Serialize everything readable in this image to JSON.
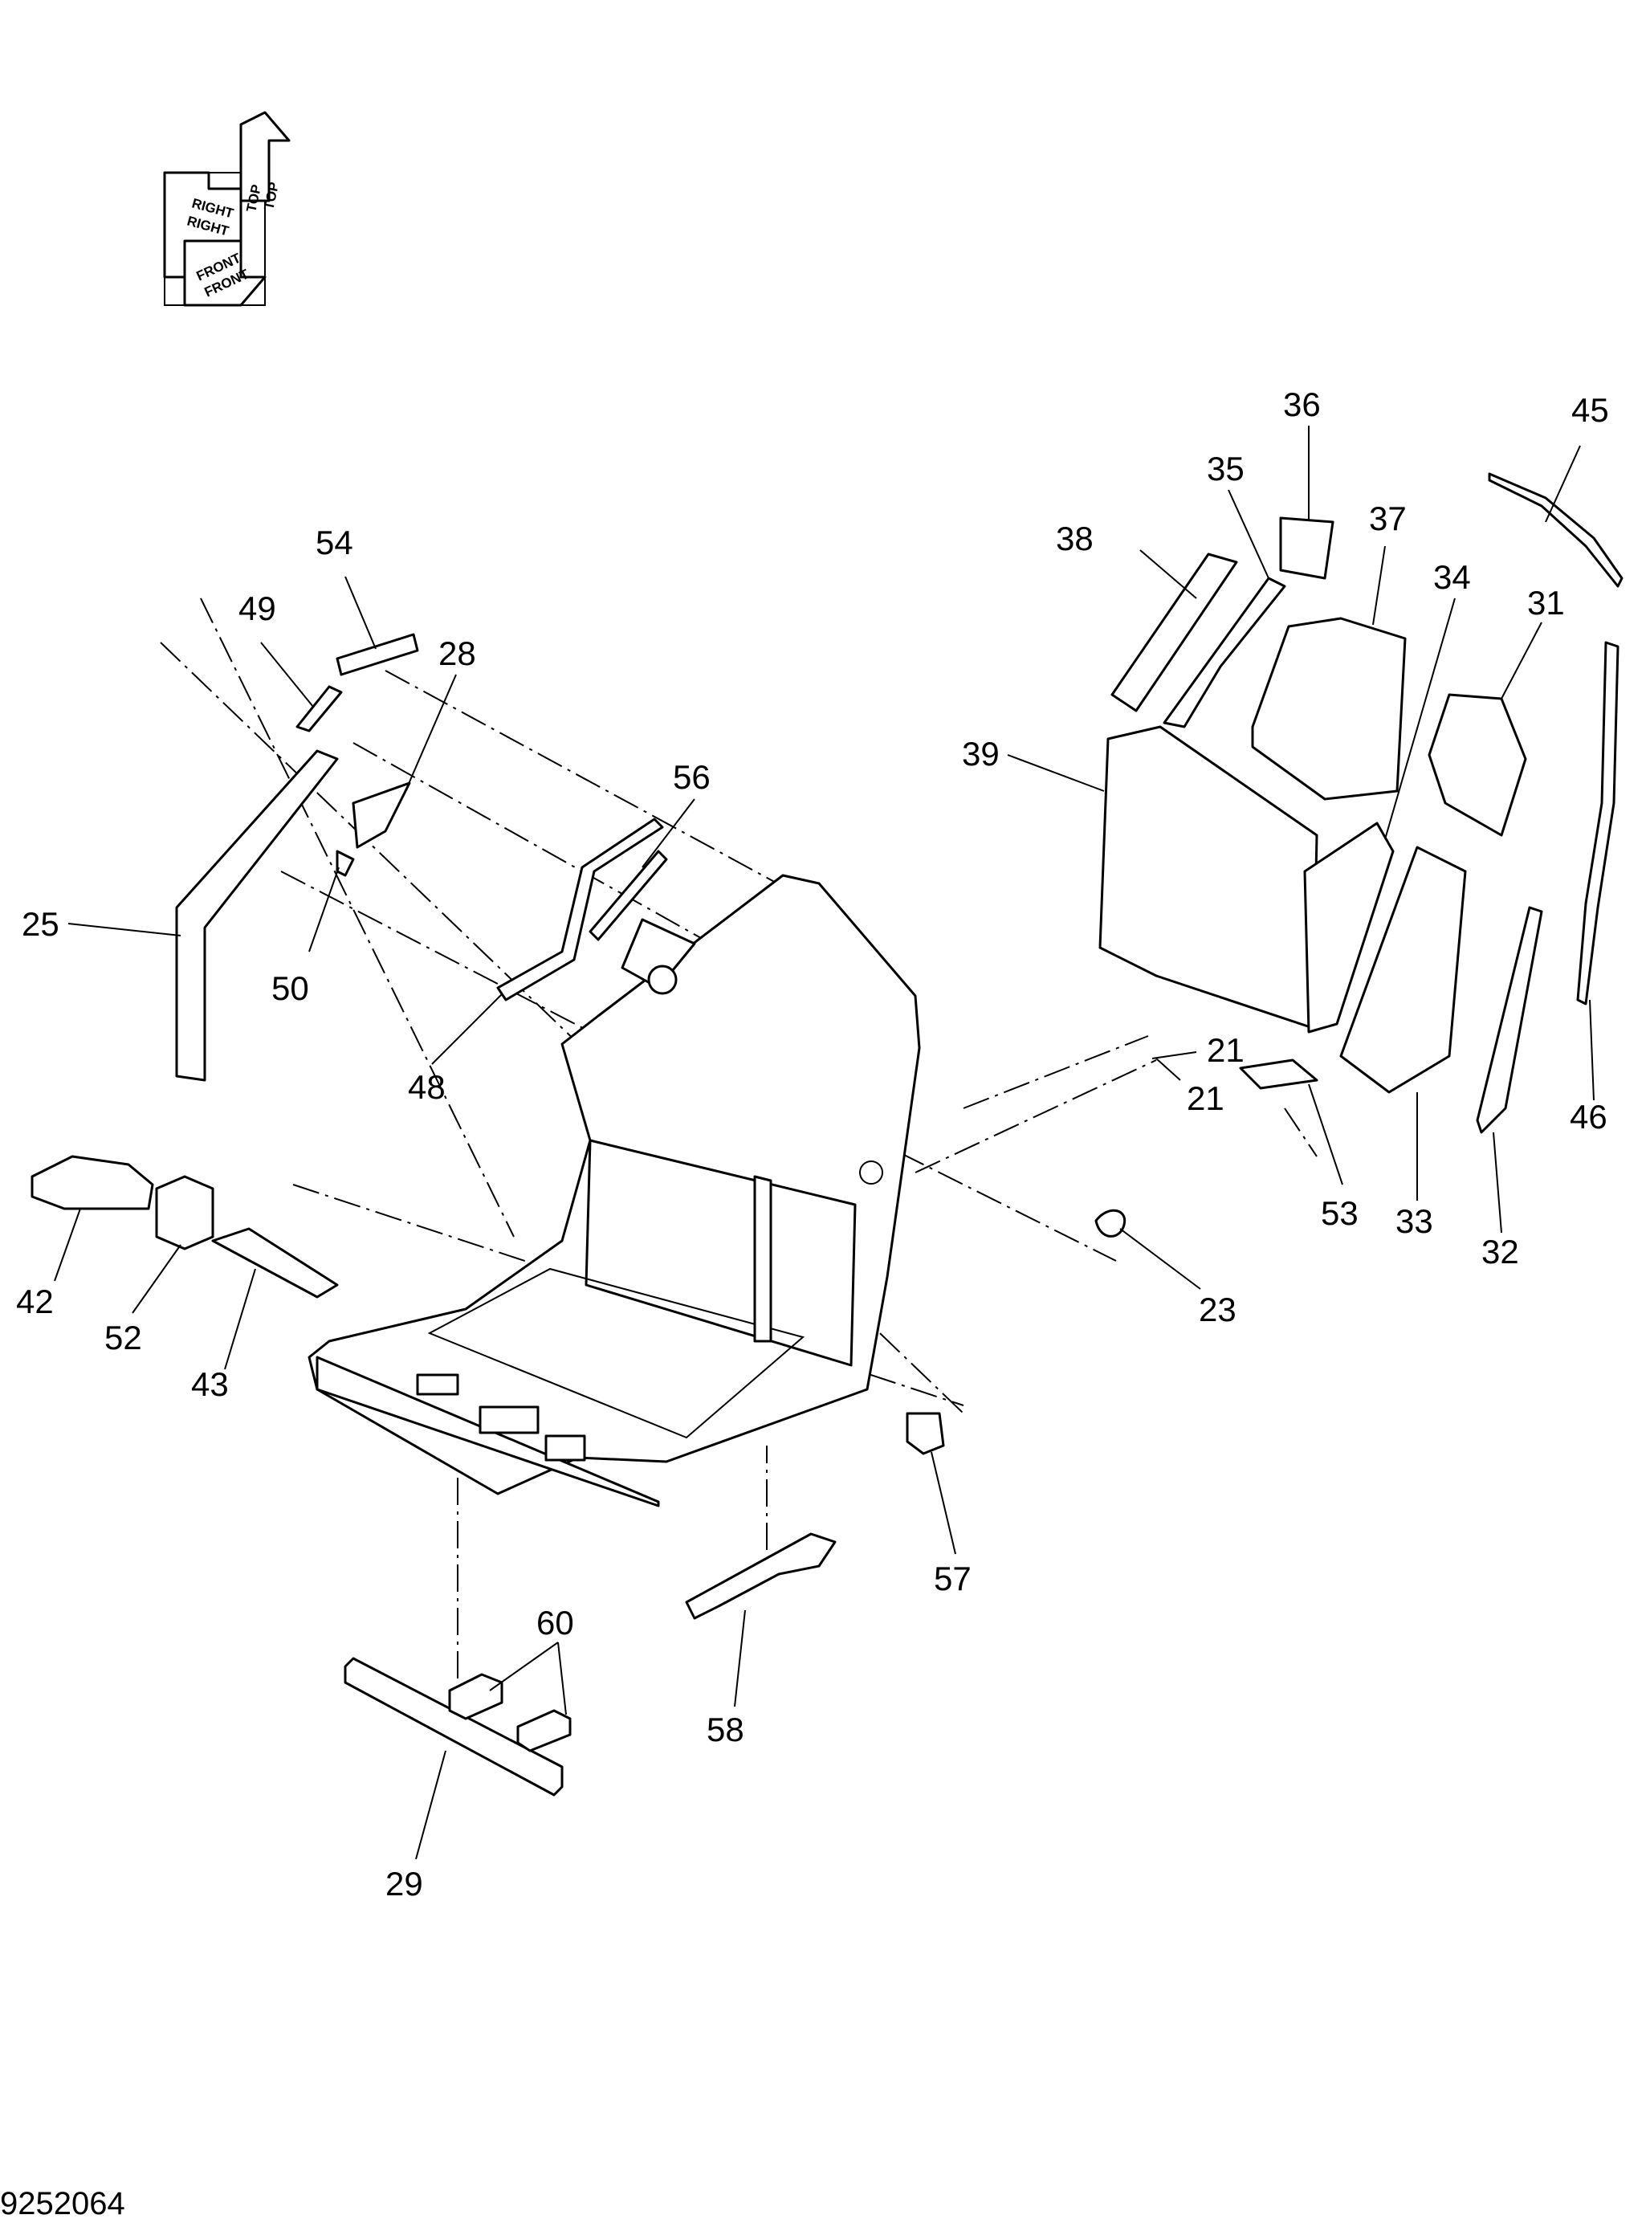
{
  "figure_number": "9252064",
  "orientation_marker": {
    "labels": [
      "TOP",
      "TOP",
      "RIGHT",
      "RIGHT",
      "FRONT",
      "FRONT"
    ]
  },
  "callouts": [
    "36",
    "45",
    "35",
    "37",
    "38",
    "54",
    "34",
    "31",
    "49",
    "28",
    "56",
    "39",
    "25",
    "50",
    "21",
    "48",
    "21",
    "42",
    "53",
    "33",
    "32",
    "52",
    "23",
    "43",
    "57",
    "60",
    "58",
    "29",
    "46"
  ]
}
